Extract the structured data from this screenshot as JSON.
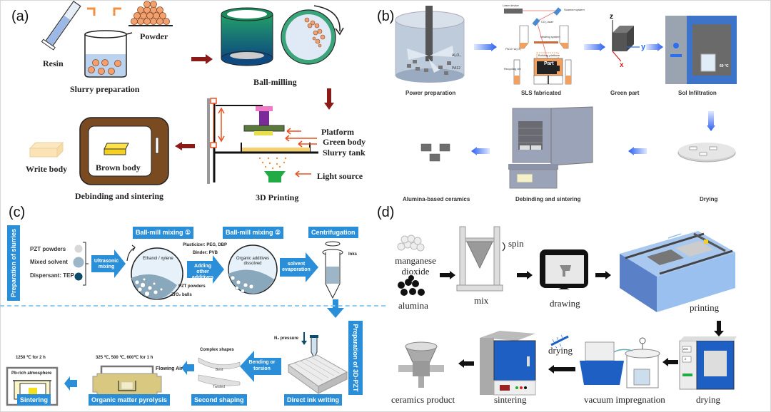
{
  "panels": {
    "a": {
      "label": "(a)",
      "resin": "Resin",
      "powder": "Powder",
      "slurry": "Slurry preparation",
      "ball_milling": "Ball-milling",
      "platform": "Platform",
      "green_body": "Green body",
      "slurry_tank": "Slurry tank",
      "light_source": "Light source",
      "printing": "3D Printing",
      "brown_body": "Brown body",
      "write_body": "Write body",
      "debinding": "Debinding  and  sintering"
    },
    "b": {
      "label": "(b)",
      "power_prep": "Power preparation",
      "al2o3": "Al₂O₃",
      "pa12": "PA12",
      "sls": "SLS fabricated",
      "laser_device": "Laser device",
      "scanner": "Scanner system",
      "co2_laser": "CO₂ laser",
      "heating": "Heating system",
      "pa12_al2o3": "PA12+Al₂O₃",
      "building_platform": "Building platform",
      "recycling": "Recycling bin",
      "part": "Part",
      "green_part": "Green part",
      "axis_z": "z",
      "axis_y": "y",
      "axis_x": "x",
      "sol_infiltration": "Sol Infiltration",
      "temp": "60 °C",
      "drying": "Drying",
      "debinding": "Debinding and sintering",
      "alumina": "Alumina-based ceramics"
    },
    "c": {
      "label": "(c)",
      "prep_slurries": "Preparation of slurries",
      "pzt_powders": "PZT powders",
      "mixed_solvent": "Mixed solvent",
      "dispersant": "Dispersant:  TEP",
      "ultrasonic": "Ultrasonic mixing",
      "ballmill1": "Ball-mill mixing ①",
      "ballmill2": "Ball-mill mixing ②",
      "centrifugation": "Centrifugation",
      "ethanol": "Ethanol / xylene",
      "pzt_label": "PZT powders",
      "zro2": "ZrO₂ balls",
      "plasticizer": "Plasticizer:  PEG, DBP",
      "binder": "Binder:  PVB",
      "adding": "Adding other additives",
      "organic": "Organic additives dissolved",
      "solvent_evap": "solvent evaporation",
      "inks": "Inks",
      "prep_3dpzt": "Preparation of 3D-PZT",
      "n2": "N₂ pressure",
      "diw": "Direct ink writing",
      "bending": "Bending or torsion",
      "complex": "Complex shapes",
      "bent": "Bent",
      "twisted": "Twisted",
      "second_shaping": "Second shaping",
      "flowing_air": "Flowing Air",
      "pyro_temp": "325 ℃, 500 ℃, 600℃ for 1 h",
      "pyrolysis": "Organic matter pyrolysis",
      "sinter_temp": "1250 ℃ for 2 h",
      "pb_rich": "Pb-rich atmosphere",
      "sintering": "Sintering"
    },
    "d": {
      "label": "(d)",
      "manganese": "manganese dioxide",
      "alumina": "alumina",
      "spin": "spin",
      "mix": "mix",
      "drawing": "drawing",
      "printing": "printing",
      "drying": "drying",
      "vacuum": "vacuum impregnation",
      "drying2": "drying",
      "sintering": "sintering",
      "ceramics": "ceramics product",
      "display1": "200",
      "display2": "2"
    }
  },
  "colors": {
    "dark_red_arrow": "#8b1a1a",
    "orange_arrow": "#e8501e",
    "blue_arrow": "#2a6ff0",
    "blue_box": "#2a8fd8",
    "oven_blue": "#1d5fc2",
    "green_mill": "#1c8a5a"
  }
}
